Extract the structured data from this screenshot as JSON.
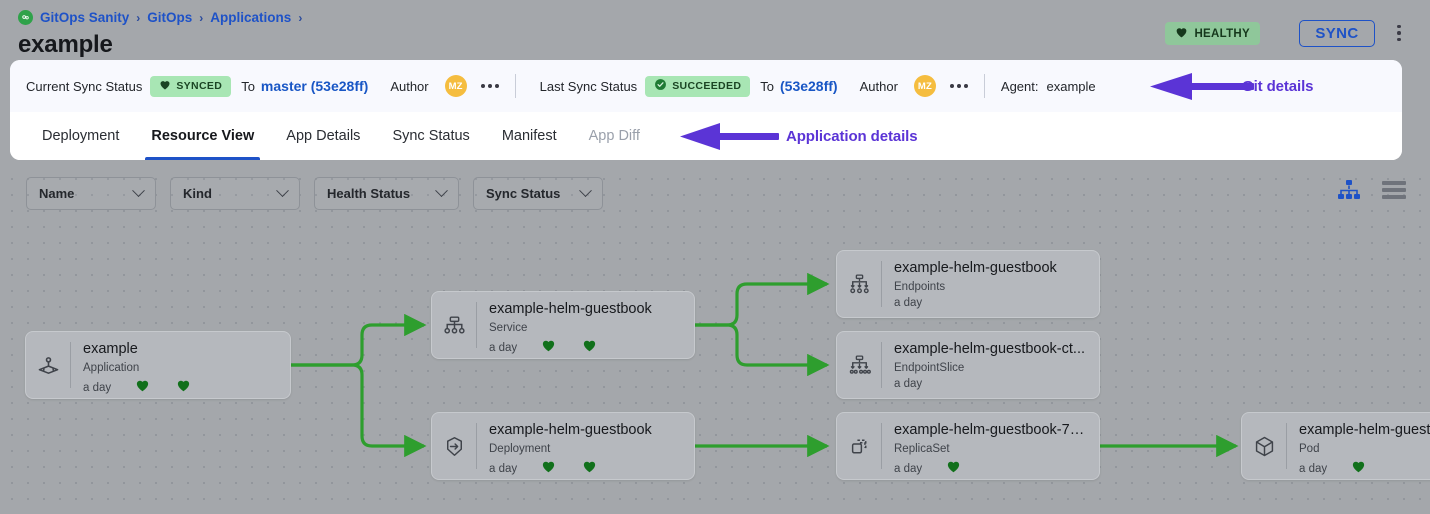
{
  "header": {
    "breadcrumb": [
      {
        "label": "GitOps Sanity",
        "icon": "gitops-logo-icon"
      },
      {
        "label": "GitOps"
      },
      {
        "label": "Applications"
      }
    ],
    "title": "example",
    "health_badge": {
      "label": "HEALTHY",
      "icon": "heart-icon",
      "color": "#8fc79a"
    },
    "sync_button": {
      "label": "SYNC",
      "color": "#1e52c7"
    },
    "overflow_menu": "kebab-icon"
  },
  "sync_bar": {
    "current": {
      "label": "Current Sync Status",
      "badge": {
        "text": "SYNCED",
        "icon": "heart-icon",
        "color": "#a8e6b4"
      },
      "to_label": "To",
      "revision": "master (53e28ff)",
      "author_label": "Author",
      "author_initials": "MZ"
    },
    "last": {
      "label": "Last Sync Status",
      "badge": {
        "text": "SUCCEEDED",
        "icon": "check-circle-icon",
        "color": "#a8e6b4"
      },
      "to_label": "To",
      "revision": "(53e28ff)",
      "author_label": "Author",
      "author_initials": "MZ"
    },
    "agent_label": "Agent:",
    "agent_value": "example"
  },
  "tabs": [
    {
      "label": "Deployment",
      "active": false,
      "disabled": false
    },
    {
      "label": "Resource View",
      "active": true,
      "disabled": false
    },
    {
      "label": "App Details",
      "active": false,
      "disabled": false
    },
    {
      "label": "Sync Status",
      "active": false,
      "disabled": false
    },
    {
      "label": "Manifest",
      "active": false,
      "disabled": false
    },
    {
      "label": "App Diff",
      "active": false,
      "disabled": true
    }
  ],
  "annotations": [
    {
      "text": "Git details",
      "color": "#5b34d6",
      "points_to": "agent-value"
    },
    {
      "text": "Application details",
      "color": "#5b34d6",
      "points_to": "tab-app-diff"
    }
  ],
  "filters": [
    {
      "label": "Name"
    },
    {
      "label": "Kind"
    },
    {
      "label": "Health Status"
    },
    {
      "label": "Sync Status"
    }
  ],
  "view_toggle": [
    {
      "name": "tree-view-icon",
      "active": true,
      "color": "#1e52c7"
    },
    {
      "name": "list-view-icon",
      "active": false,
      "color": "#6b7280"
    }
  ],
  "graph": {
    "nodes": [
      {
        "id": "app",
        "title": "example",
        "kind": "Application",
        "age": "a day",
        "icon": "application-icon",
        "hearts": 2
      },
      {
        "id": "svc",
        "title": "example-helm-guestbook",
        "kind": "Service",
        "age": "a day",
        "icon": "service-icon",
        "hearts": 2
      },
      {
        "id": "deploy",
        "title": "example-helm-guestbook",
        "kind": "Deployment",
        "age": "a day",
        "icon": "deployment-icon",
        "hearts": 2
      },
      {
        "id": "ep",
        "title": "example-helm-guestbook",
        "kind": "Endpoints",
        "age": "a day",
        "icon": "endpoints-icon",
        "hearts": 0
      },
      {
        "id": "eps",
        "title": "example-helm-guestbook-ct...",
        "kind": "EndpointSlice",
        "age": "a day",
        "icon": "endpointslice-icon",
        "hearts": 0
      },
      {
        "id": "rs",
        "title": "example-helm-guestbook-74...",
        "kind": "ReplicaSet",
        "age": "a day",
        "icon": "replicaset-icon",
        "hearts": 1
      },
      {
        "id": "pod",
        "title": "example-helm-guest",
        "kind": "Pod",
        "age": "a day",
        "icon": "pod-icon",
        "hearts": 1
      }
    ],
    "edge_color": "#2e9e2e"
  }
}
